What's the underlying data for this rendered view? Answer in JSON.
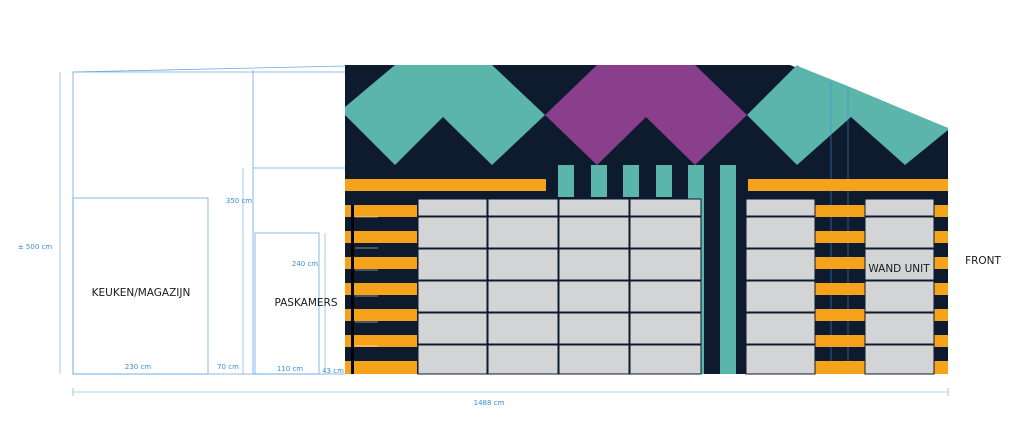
{
  "rooms": {
    "keuken": "KEUKEN/MAGAZIJN",
    "paskamers": "PASKAMERS",
    "wand_unit": "WAND UNIT",
    "front": "FRONT"
  },
  "dimensions": {
    "height_total": "± 500 cm",
    "height_350": "350 cm",
    "height_240": "240 cm",
    "w_230": "230 cm",
    "w_70": "70 cm",
    "w_110": "110 cm",
    "w_43": "43 cm",
    "width_total": "1488 cm"
  },
  "colors": {
    "navy": "#0e1a2e",
    "teal": "#5bb5aa",
    "purple": "#8a3f8c",
    "orange": "#f6a31c",
    "shelf": "#d3d4d6",
    "dim_line": "#3b8fd6"
  }
}
